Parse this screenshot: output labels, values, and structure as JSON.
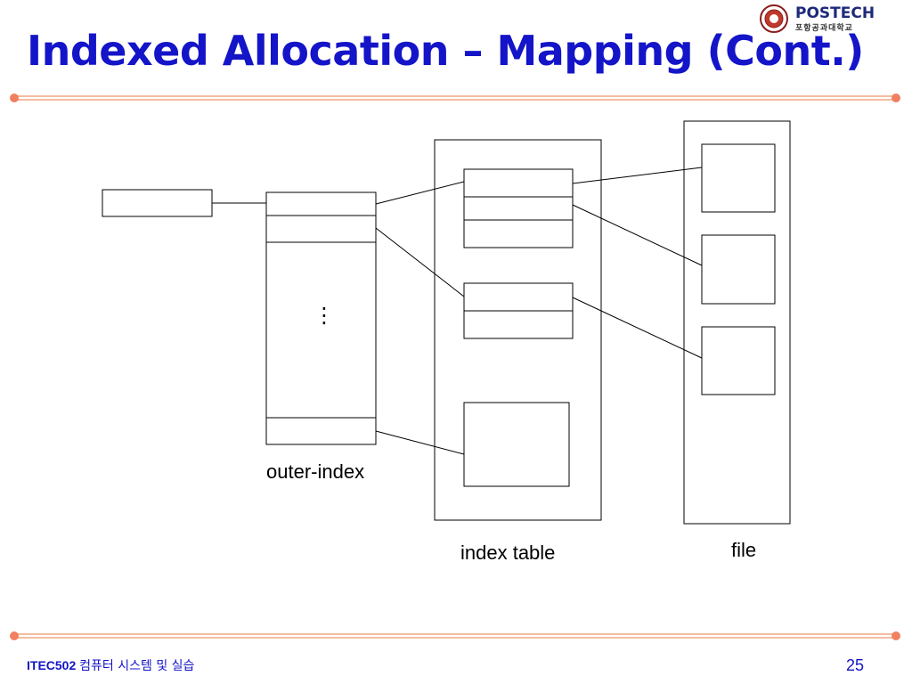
{
  "slide": {
    "title": "Indexed Allocation – Mapping (Cont.)",
    "page_number": "25"
  },
  "logo": {
    "name": "POSTECH",
    "subtitle": "포항공과대학교"
  },
  "footer": {
    "course_code": "ITEC502",
    "course_name": "컴퓨터 시스템 및 실습"
  },
  "diagram": {
    "outer_index_label": "outer-index",
    "index_table_label": "index table",
    "file_label": "file",
    "ellipsis": "⋮"
  },
  "colors": {
    "title": "#1414c8",
    "divider": "#f4a582",
    "divider_dot": "#f08060"
  }
}
